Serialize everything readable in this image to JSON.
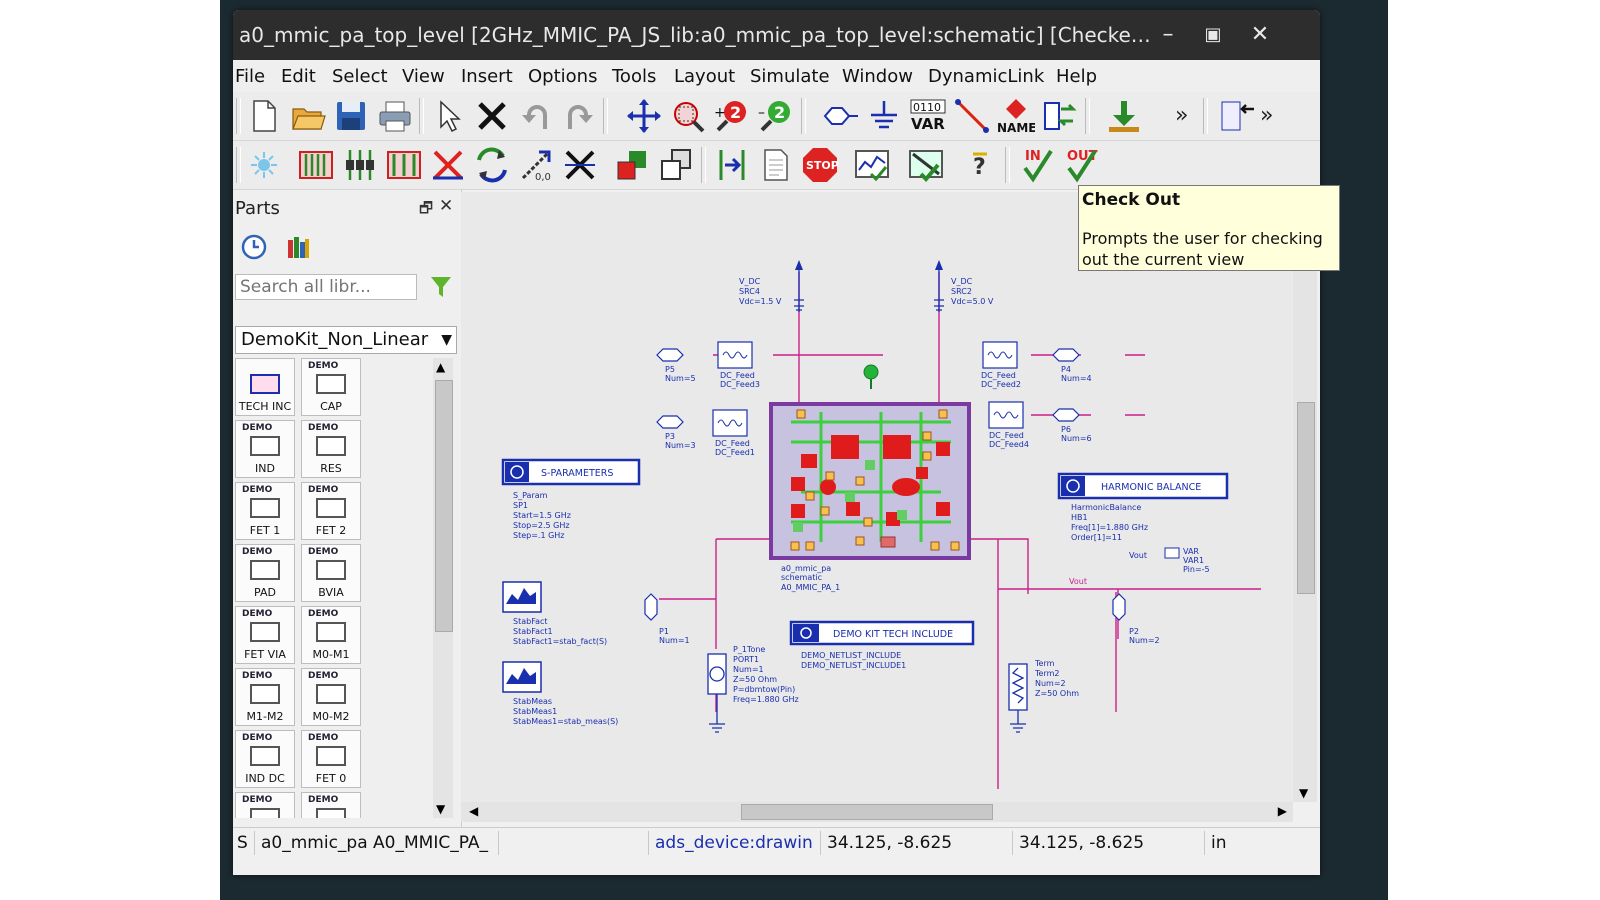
{
  "window": {
    "title": "a0_mmic_pa_top_level [2GHz_MMIC_PA_JS_lib:a0_mmic_pa_top_level:schematic] [Checke…",
    "minimize": "–",
    "maximize": "▣",
    "close": "✕"
  },
  "menu": [
    "File",
    "Edit",
    "Select",
    "View",
    "Insert",
    "Options",
    "Tools",
    "Layout",
    "Simulate",
    "Window",
    "DynamicLink",
    "Help"
  ],
  "toolbar1": {
    "var_label": "VAR",
    "var_top": "0110",
    "name_label": "NAME",
    "more": "»"
  },
  "toolbar2": {
    "in_label": "IN",
    "out_label": "OUT",
    "stop_label": "STOP"
  },
  "tooltip": {
    "title": "Check Out",
    "body": "Prompts the user for checking out the current view"
  },
  "parts": {
    "title": "Parts",
    "search_placeholder": "Search all libr...",
    "library": "DemoKit_Non_Linear",
    "items": [
      {
        "tag": "",
        "label": "TECH INC"
      },
      {
        "tag": "DEMO",
        "label": "CAP"
      },
      {
        "tag": "DEMO",
        "label": "IND"
      },
      {
        "tag": "DEMO",
        "label": "RES"
      },
      {
        "tag": "DEMO",
        "label": "FET 1"
      },
      {
        "tag": "DEMO",
        "label": "FET 2"
      },
      {
        "tag": "DEMO",
        "label": "PAD"
      },
      {
        "tag": "DEMO",
        "label": "BVIA"
      },
      {
        "tag": "DEMO",
        "label": "FET VIA"
      },
      {
        "tag": "DEMO",
        "label": "M0-M1"
      },
      {
        "tag": "DEMO",
        "label": "M1-M2"
      },
      {
        "tag": "DEMO",
        "label": "M0-M2"
      },
      {
        "tag": "DEMO",
        "label": "IND DC"
      },
      {
        "tag": "DEMO",
        "label": "FET 0"
      },
      {
        "tag": "DEMO",
        "label": ""
      },
      {
        "tag": "DEMO",
        "label": ""
      }
    ]
  },
  "schematic": {
    "sparam_block": "S-PARAMETERS",
    "sparam_text": [
      "S_Param",
      "SP1",
      "Start=1.5 GHz",
      "Stop=2.5 GHz",
      "Step=.1 GHz"
    ],
    "hb_block": "HARMONIC BALANCE",
    "hb_text": [
      "HarmonicBalance",
      "HB1",
      "Freq[1]=1.880 GHz",
      "Order[1]=11"
    ],
    "demokit_block": "DEMO KIT TECH INCLUDE",
    "demokit_text": [
      "DEMO_NETLIST_INCLUDE",
      "DEMO_NETLIST_INCLUDE1"
    ],
    "src_left": [
      "V_DC",
      "SRC4",
      "Vdc=1.5 V"
    ],
    "src_right": [
      "V_DC",
      "SRC2",
      "Vdc=5.0 V"
    ],
    "feed_tl": [
      "DC_Feed",
      "DC_Feed3"
    ],
    "feed_tr": [
      "DC_Feed",
      "DC_Feed2"
    ],
    "feed_ml": [
      "DC_Feed",
      "DC_Feed1"
    ],
    "feed_mr": [
      "DC_Feed",
      "DC_Feed4"
    ],
    "port_p5": [
      "P5",
      "Num=5"
    ],
    "port_p3": [
      "P3",
      "Num=3"
    ],
    "port_p4": [
      "P4",
      "Num=4"
    ],
    "port_p6": [
      "P6",
      "Num=6"
    ],
    "port_p1": [
      "P1",
      "Num=1"
    ],
    "port_p2": [
      "P2",
      "Num=2"
    ],
    "chip_text": [
      "a0_mmic_pa",
      "schematic",
      "A0_MMIC_PA_1"
    ],
    "stabfact": [
      "StabFact",
      "StabFact1",
      "StabFact1=stab_fact(S)"
    ],
    "stabmeas": [
      "StabMeas",
      "StabMeas1",
      "StabMeas1=stab_meas(S)"
    ],
    "port1": [
      "P_1Tone",
      "PORT1",
      "Num=1",
      "Z=50 Ohm",
      "P=dbmtow(Pin)",
      "Freq=1.880 GHz"
    ],
    "term2": [
      "Term",
      "Term2",
      "Num=2",
      "Z=50 Ohm"
    ],
    "var_text": [
      "VAR",
      "VAR1",
      "Pin=-5"
    ],
    "vout1": "Vout",
    "vout2": "Vout"
  },
  "status": {
    "s": "S",
    "cell": "a0_mmic_pa A0_MMIC_PA_",
    "empty": "",
    "layer": "ads_device:drawin",
    "coord1": "34.125, -8.625",
    "coord2": "34.125, -8.625",
    "unit": "in"
  },
  "colors": {
    "wire": "#cc1f8a",
    "wire_blue": "#2233aa",
    "chip_border": "#7a3aa0",
    "accent": "#1a2fae"
  }
}
